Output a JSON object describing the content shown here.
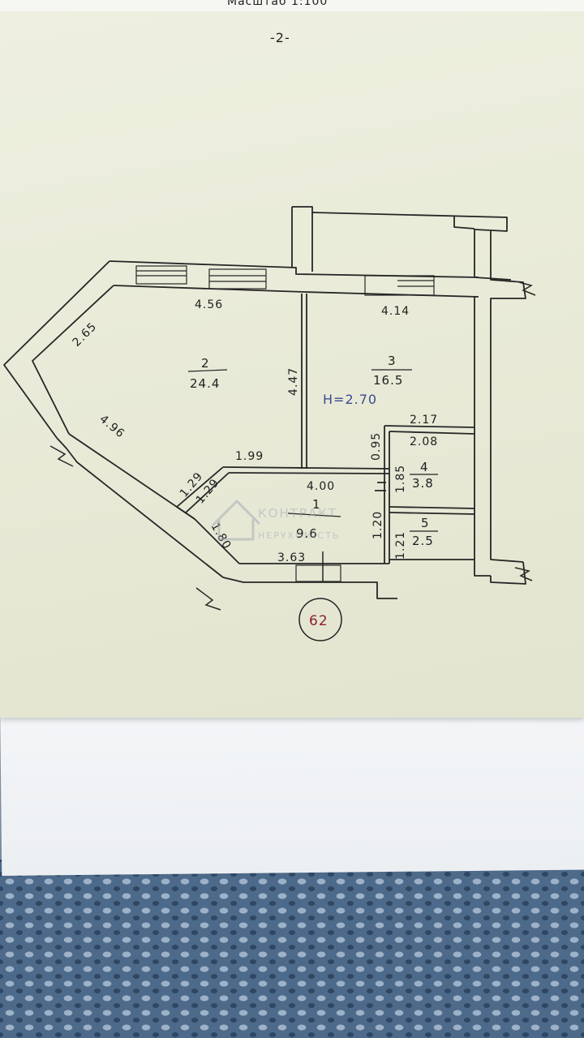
{
  "header": {
    "scale_text": "Масштаб 1:100",
    "page_number": "-2-"
  },
  "plan": {
    "ceiling_height": "H=2.70",
    "plan_number": "62",
    "rooms": [
      {
        "id": "2",
        "area": "24.4"
      },
      {
        "id": "3",
        "area": "16.5"
      },
      {
        "id": "1",
        "area": "9.6"
      },
      {
        "id": "4",
        "area": "3.8"
      },
      {
        "id": "5",
        "area": "2.5"
      }
    ],
    "dimensions": [
      "4.56",
      "4.14",
      "2.65",
      "4.47",
      "4.96",
      "1.99",
      "0.95",
      "2.17",
      "2.08",
      "1.85",
      "1.29",
      "1.29",
      "4.00",
      "1.80",
      "1.20",
      "1.21",
      "3.63"
    ]
  },
  "watermark": {
    "line1": "КОНТРАКТ",
    "line2": "НЕРУХОМІСТЬ"
  }
}
